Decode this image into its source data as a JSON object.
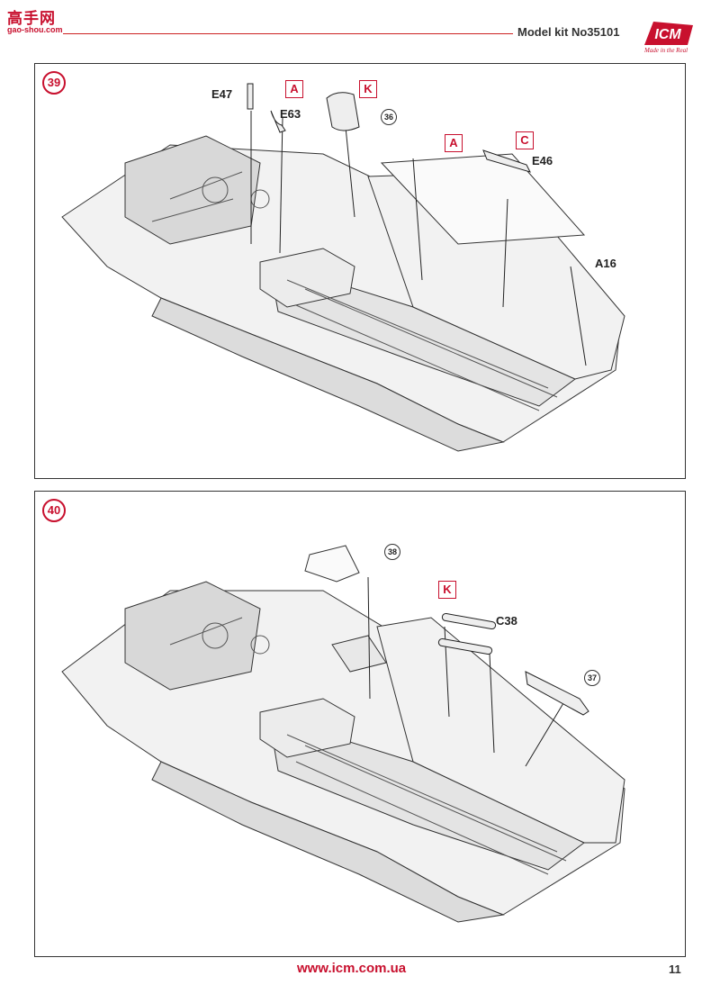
{
  "header": {
    "model_kit": "Model kit No35101",
    "watermark_chars": "高手网",
    "watermark_url": "gao-shou.com",
    "logo_text": "ICM",
    "logo_tagline": "Made in the Real"
  },
  "step39": {
    "number": "39",
    "sprue_a": "A",
    "sprue_k": "K",
    "sprue_a2": "A",
    "sprue_c": "C",
    "ref": "36",
    "labels": {
      "e47": "E47",
      "e63": "E63",
      "e46": "E46",
      "a16": "A16"
    }
  },
  "step40": {
    "number": "40",
    "sprue_k": "K",
    "ref_seat": "38",
    "ref_gun": "37",
    "labels": {
      "c38": "C38"
    }
  },
  "footer": {
    "url": "www.icm.com.ua",
    "page": "11"
  },
  "colors": {
    "accent": "#c8102e",
    "line": "#333333"
  }
}
